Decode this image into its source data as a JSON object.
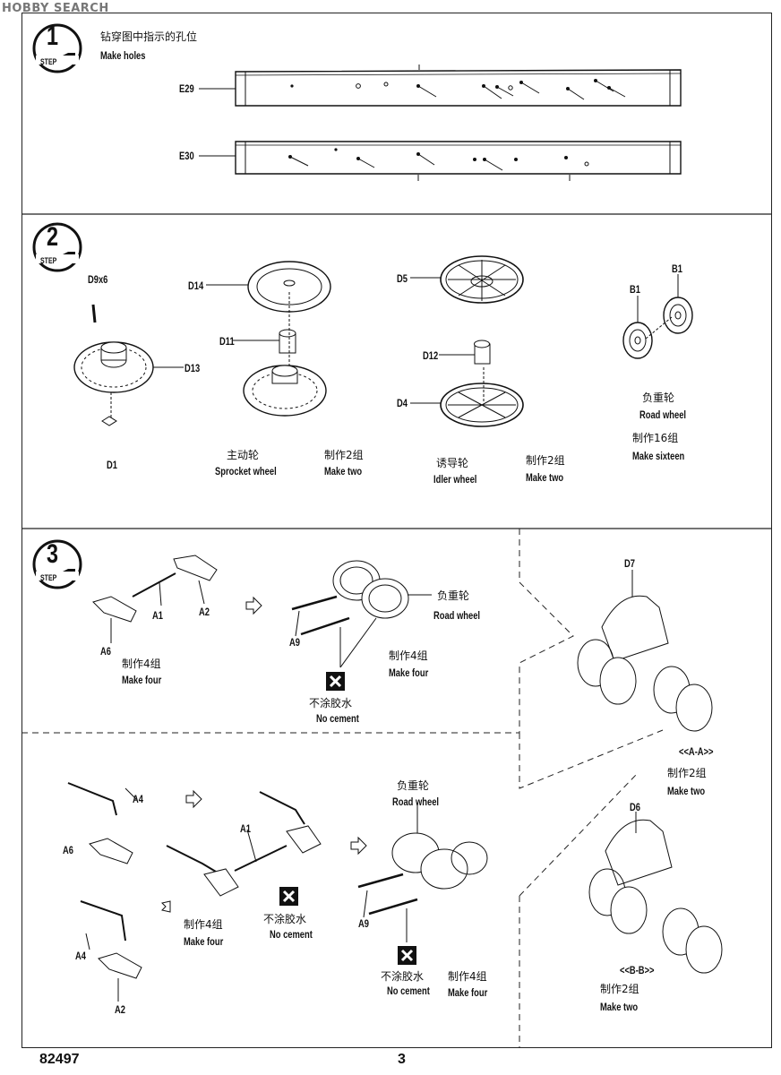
{
  "watermark": "HOBBY SEARCH",
  "footer": {
    "code": "82497",
    "page": "3"
  },
  "step_word": "STEP",
  "steps": [
    {
      "number": "1",
      "title_cn": "钻穿图中指示的孔位",
      "title_en": "Make holes",
      "parts": {
        "e29": "E29",
        "e30": "E30"
      }
    },
    {
      "number": "2",
      "parts": {
        "d9": "D9x6",
        "d13": "D13",
        "d1": "D1",
        "d14": "D14",
        "d11": "D11",
        "d5": "D5",
        "d12": "D12",
        "d4": "D4",
        "b1a": "B1",
        "b1b": "B1"
      },
      "sprocket": {
        "cn": "主动轮",
        "en": "Sprocket wheel"
      },
      "idler": {
        "cn": "诱导轮",
        "en": "Idler wheel"
      },
      "road": {
        "cn": "负重轮",
        "en": "Road wheel"
      },
      "make_two_cn": "制作2组",
      "make_two_en": "Make two",
      "make_sixteen_cn": "制作16组",
      "make_sixteen_en": "Make sixteen"
    },
    {
      "number": "3",
      "parts": {
        "a1": "A1",
        "a2": "A2",
        "a6": "A6",
        "a9": "A9",
        "d7": "D7",
        "d6": "D6",
        "a4": "A4",
        "a6b": "A6",
        "a1b": "A1",
        "a4b": "A4",
        "a2b": "A2",
        "a9b": "A9"
      },
      "make_four_cn": "制作4组",
      "make_four_en": "Make four",
      "make_two_cn": "制作2组",
      "make_two_en": "Make two",
      "road_cn": "负重轮",
      "road_en": "Road wheel",
      "no_cement_cn": "不涂胶水",
      "no_cement_en": "No cement",
      "section_aa": "<<A-A>>",
      "section_bb": "<<B-B>>"
    }
  ]
}
